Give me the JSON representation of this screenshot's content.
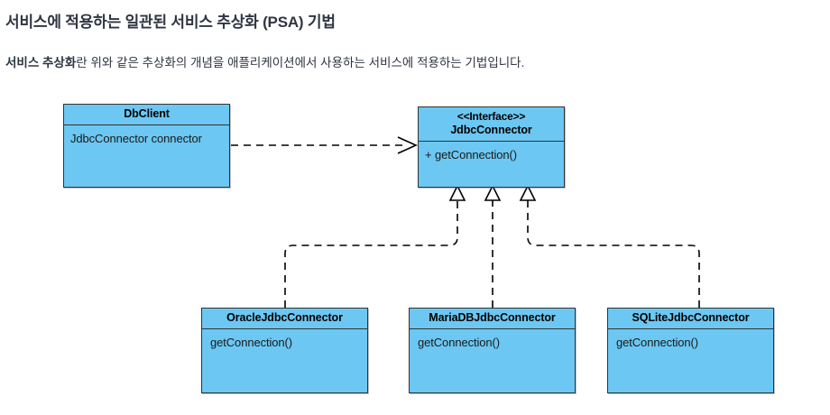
{
  "page": {
    "title": "서비스에 적용하는 일관된 서비스 추상화 (PSA) 기법",
    "subtitle_strong": "서비스 추상화",
    "subtitle_rest": "란 위와 같은 추상화의 개념을 애플리케이션에서 사용하는 서비스에 적용하는 기법입니다."
  },
  "theme": {
    "box_fill": "#6cc7f2",
    "box_border": "#333333",
    "text_color": "#2f3542",
    "connector_color": "#000000",
    "background": "#ffffff"
  },
  "diagram": {
    "type": "uml-class-diagram",
    "classes": [
      {
        "id": "dbclient",
        "stereotype": "",
        "name": "DbClient",
        "members": [
          "JdbcConnector connector"
        ]
      },
      {
        "id": "jdbcconnector",
        "stereotype": "<<Interface>>",
        "name": "JdbcConnector",
        "members": [
          "+ getConnection()"
        ]
      },
      {
        "id": "oracle",
        "stereotype": "",
        "name": "OracleJdbcConnector",
        "members": [
          "getConnection()"
        ]
      },
      {
        "id": "mariadb",
        "stereotype": "",
        "name": "MariaDBJdbcConnector",
        "members": [
          "getConnection()"
        ]
      },
      {
        "id": "sqlite",
        "stereotype": "",
        "name": "SQLiteJdbcConnector",
        "members": [
          "getConnection()"
        ]
      }
    ],
    "relations": [
      {
        "from": "dbclient",
        "to": "jdbcconnector",
        "type": "dependency",
        "style": "dashed-open-arrow"
      },
      {
        "from": "oracle",
        "to": "jdbcconnector",
        "type": "realization",
        "style": "dashed-hollow-triangle"
      },
      {
        "from": "mariadb",
        "to": "jdbcconnector",
        "type": "realization",
        "style": "dashed-hollow-triangle"
      },
      {
        "from": "sqlite",
        "to": "jdbcconnector",
        "type": "realization",
        "style": "dashed-hollow-triangle"
      }
    ]
  }
}
